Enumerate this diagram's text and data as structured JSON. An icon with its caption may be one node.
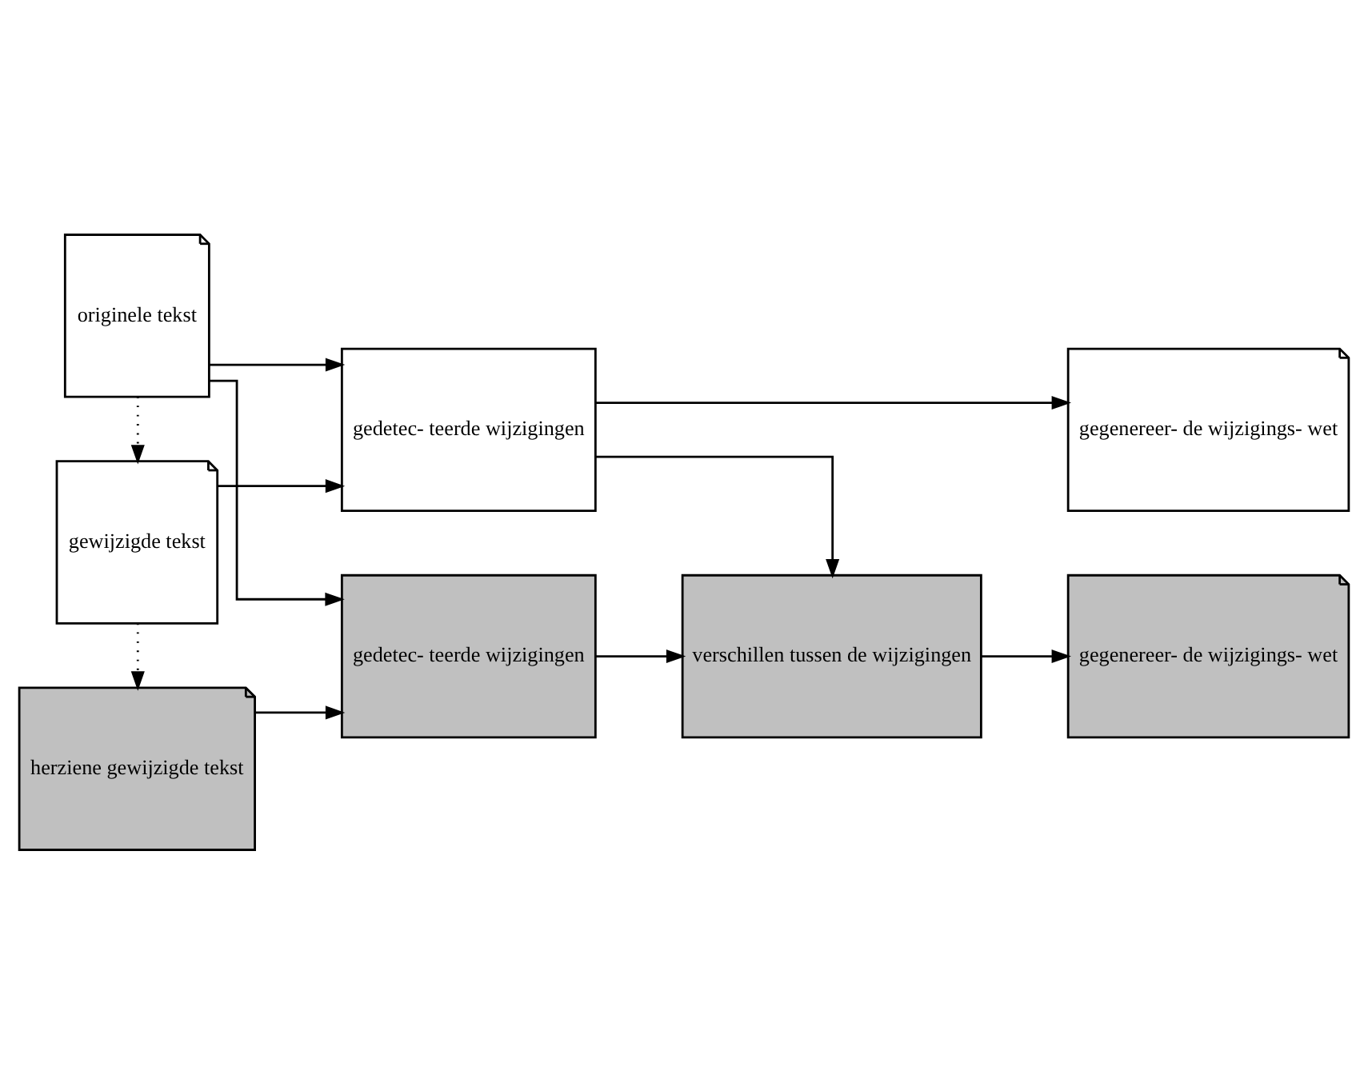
{
  "diagram": {
    "nodes": [
      {
        "text": [
          "originele tekst"
        ]
      },
      {
        "text": [
          "gewijzigde tekst"
        ]
      },
      {
        "text": [
          "herziene gewijzigde tekst"
        ]
      },
      {
        "text": [
          "gedetec- teerde wijzigingen"
        ]
      },
      {
        "text": [
          "gegenereer- de wijzigings- wet"
        ]
      },
      {
        "text": [
          "verschillen tussen de wijzigingen"
        ]
      },
      {
        "text": [
          "gegenereer- de wijzigings- wet"
        ]
      },
      {
        "text": [
          "gedetec- teerde wijzigingen"
        ]
      }
    ],
    "edges": [
      {
        "from": 0,
        "to": 1,
        "arrow": "to",
        "style": "dashed"
      },
      {
        "from": 1,
        "to": 2,
        "arrow": "to",
        "style": "dashed"
      },
      {
        "from": 0,
        "to": 3,
        "arrow": "to"
      },
      {
        "from": 1,
        "to": 3,
        "arrow": "to"
      },
      {
        "from": 3,
        "to": 4,
        "arrow": "to"
      },
      {
        "from": 0,
        "to": 7,
        "arrow": "to"
      },
      {
        "from": 2,
        "to": 7,
        "arrow": "to"
      },
      {
        "from": 3,
        "to": 5,
        "arrow": "to"
      },
      {
        "from": 7,
        "to": 5,
        "arrow": "to"
      },
      {
        "from": 5,
        "to": 6,
        "arrow": "to"
      }
    ]
  }
}
